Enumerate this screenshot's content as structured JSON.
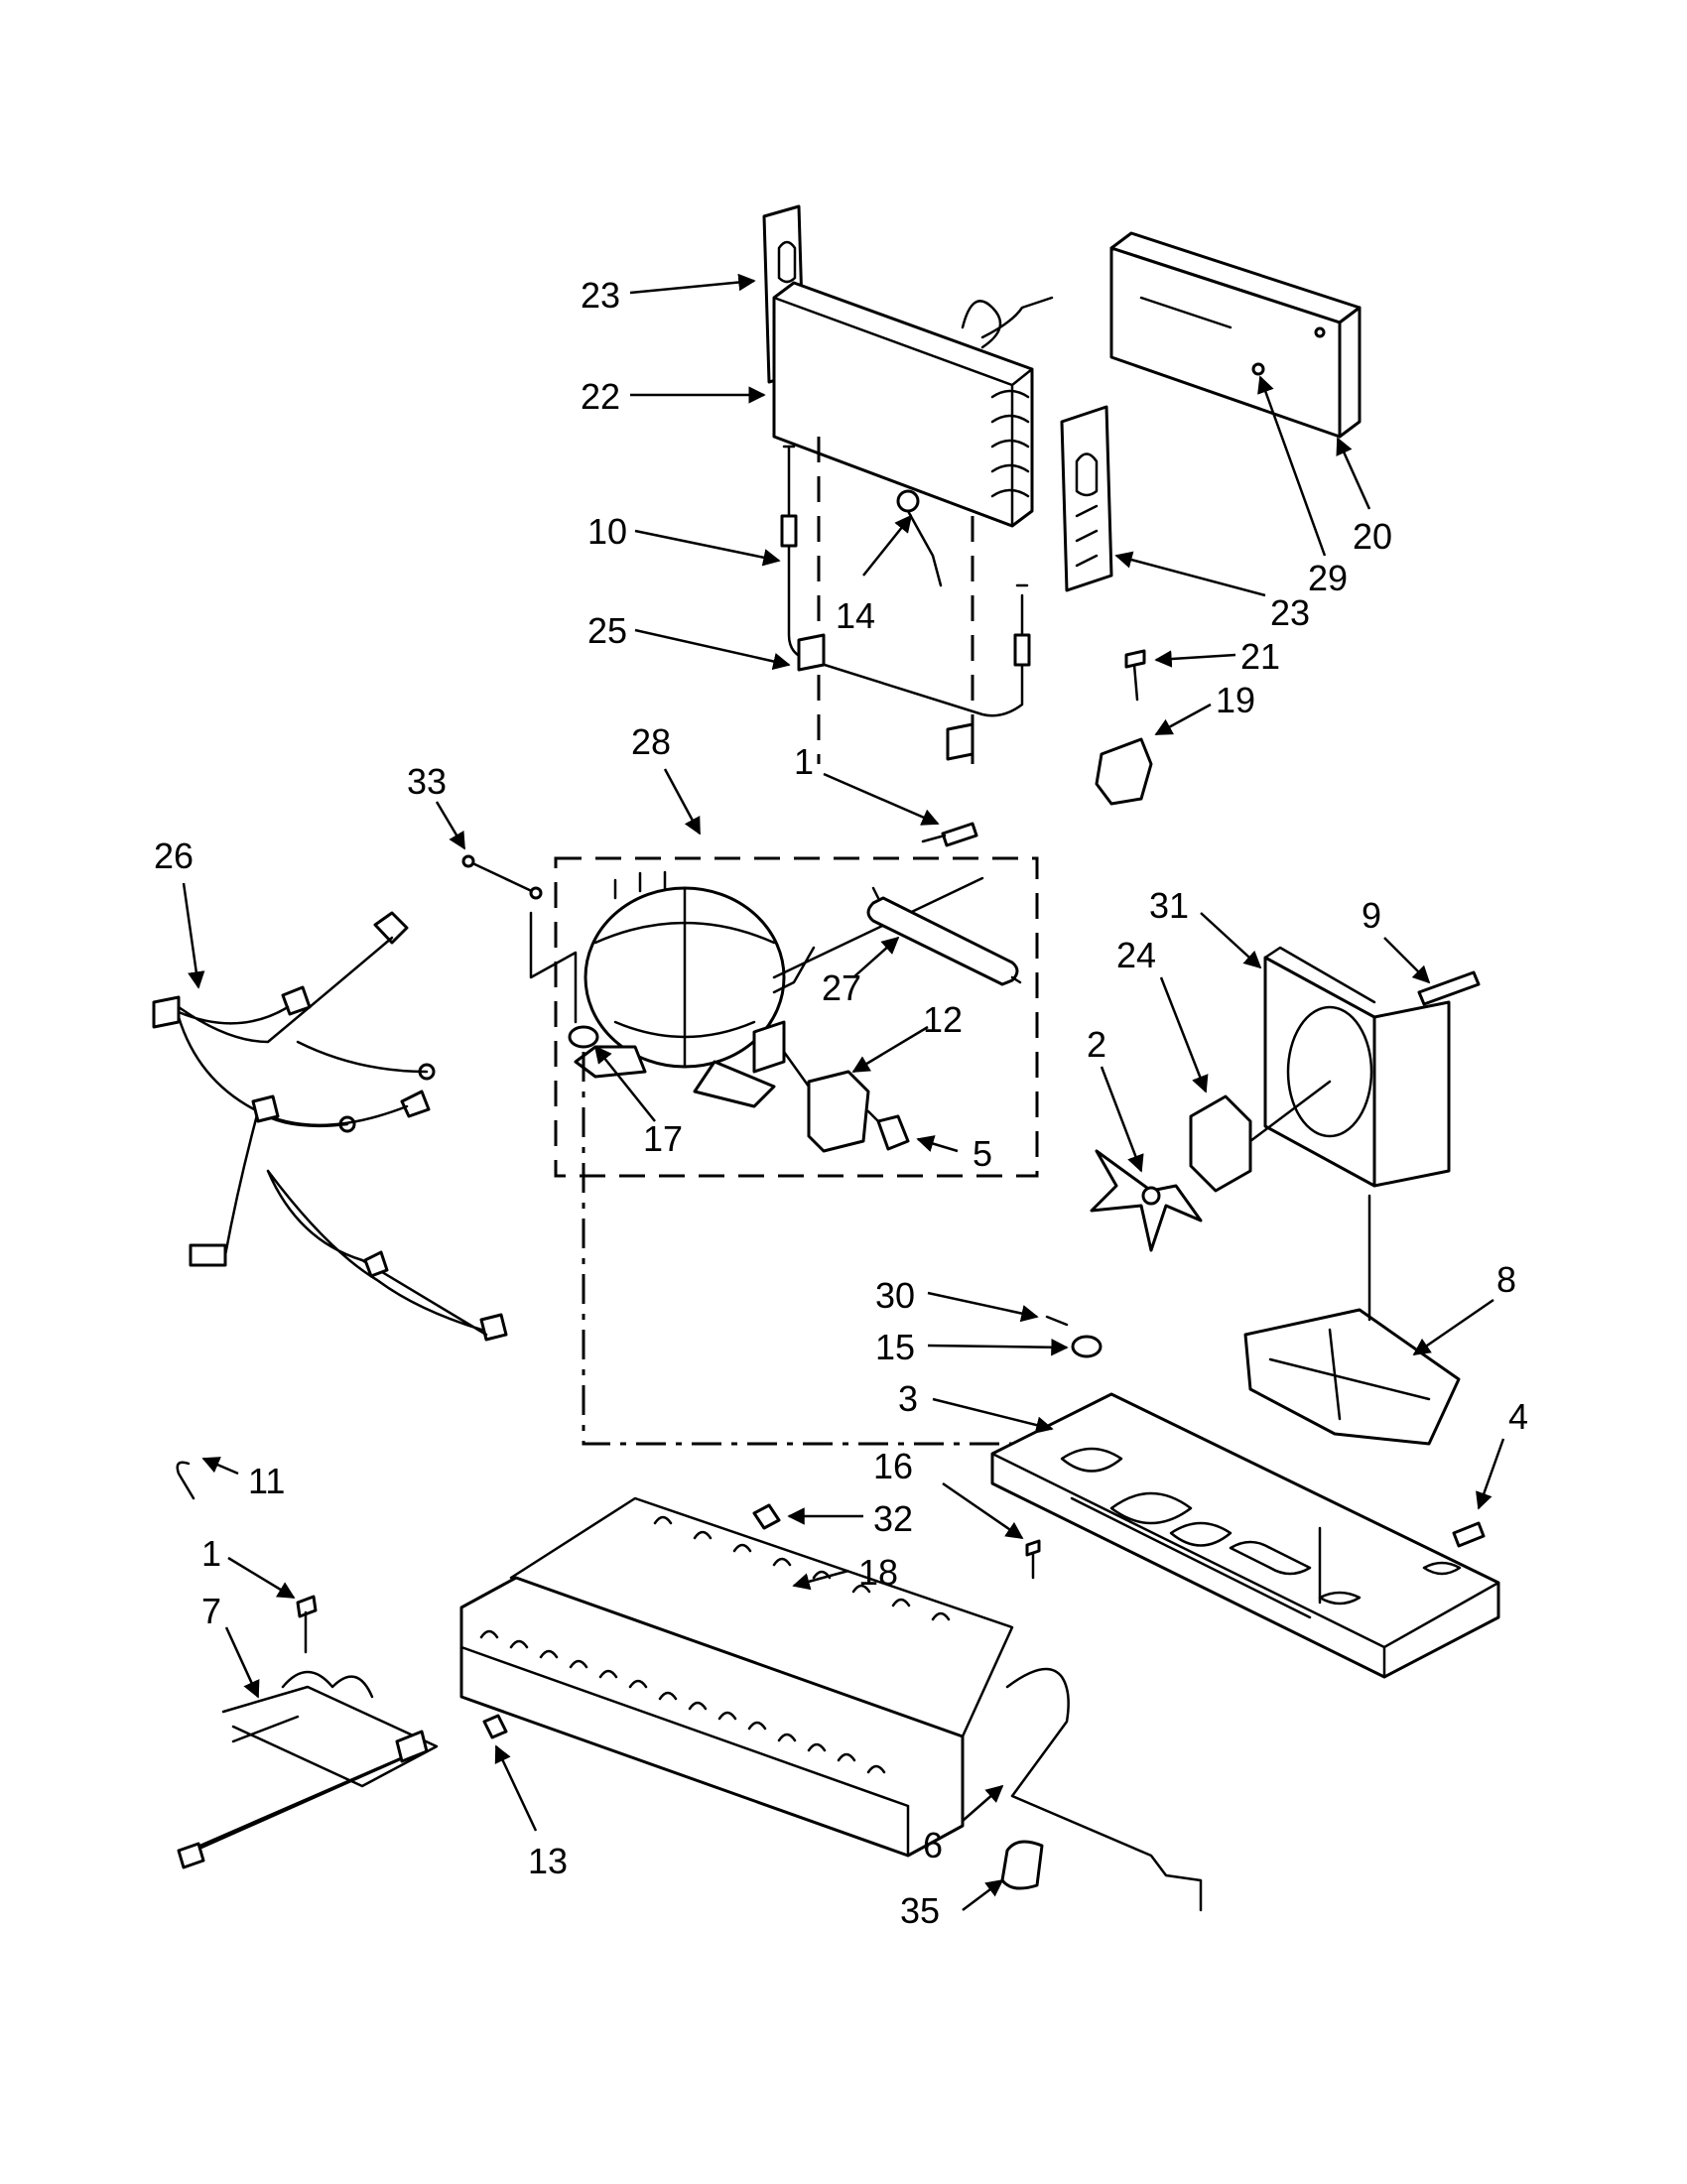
{
  "callouts": [
    {
      "id": "c23a",
      "text": "23"
    },
    {
      "id": "c22",
      "text": "22"
    },
    {
      "id": "c10",
      "text": "10"
    },
    {
      "id": "c14",
      "text": "14"
    },
    {
      "id": "c25",
      "text": "25"
    },
    {
      "id": "c20",
      "text": "20"
    },
    {
      "id": "c29",
      "text": "29"
    },
    {
      "id": "c23b",
      "text": "23"
    },
    {
      "id": "c21",
      "text": "21"
    },
    {
      "id": "c19",
      "text": "19"
    },
    {
      "id": "c28",
      "text": "28"
    },
    {
      "id": "c1a",
      "text": "1"
    },
    {
      "id": "c33",
      "text": "33"
    },
    {
      "id": "c26",
      "text": "26"
    },
    {
      "id": "c27",
      "text": "27"
    },
    {
      "id": "c12",
      "text": "12"
    },
    {
      "id": "c17",
      "text": "17"
    },
    {
      "id": "c5",
      "text": "5"
    },
    {
      "id": "c31",
      "text": "31"
    },
    {
      "id": "c9",
      "text": "9"
    },
    {
      "id": "c24",
      "text": "24"
    },
    {
      "id": "c2",
      "text": "2"
    },
    {
      "id": "c30",
      "text": "30"
    },
    {
      "id": "c15",
      "text": "15"
    },
    {
      "id": "c8",
      "text": "8"
    },
    {
      "id": "c3",
      "text": "3"
    },
    {
      "id": "c4",
      "text": "4"
    },
    {
      "id": "c11",
      "text": "11"
    },
    {
      "id": "c16",
      "text": "16"
    },
    {
      "id": "c32",
      "text": "32"
    },
    {
      "id": "c1b",
      "text": "1"
    },
    {
      "id": "c18",
      "text": "18"
    },
    {
      "id": "c7",
      "text": "7"
    },
    {
      "id": "c13",
      "text": "13"
    },
    {
      "id": "c6",
      "text": "6"
    },
    {
      "id": "c35",
      "text": "35"
    }
  ]
}
